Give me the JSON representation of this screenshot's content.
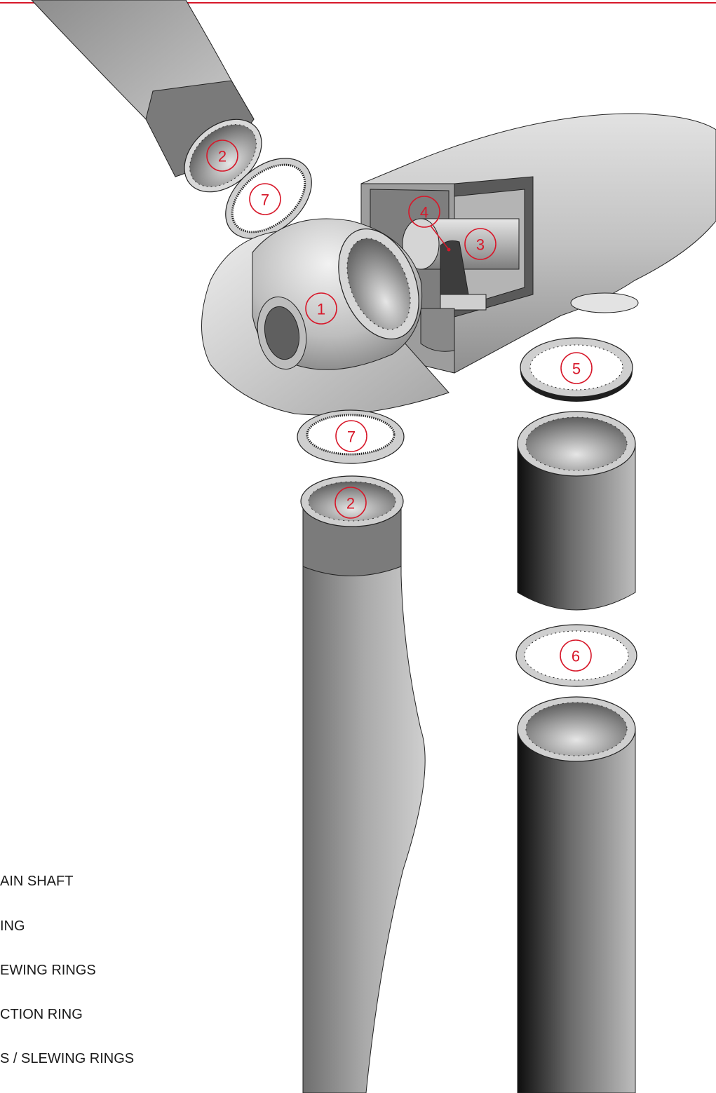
{
  "accent_color": "#d7182a",
  "callouts": [
    {
      "number": "1",
      "part": "hub"
    },
    {
      "number": "2",
      "part": "blade-root-upper"
    },
    {
      "number": "7",
      "part": "pitch-bearing-upper"
    },
    {
      "number": "4",
      "part": "bearing-housing"
    },
    {
      "number": "3",
      "part": "main-shaft"
    },
    {
      "number": "5",
      "part": "yaw-bearing"
    },
    {
      "number": "7",
      "part": "pitch-bearing-lower"
    },
    {
      "number": "2",
      "part": "blade-root-lower"
    },
    {
      "number": "6",
      "part": "tower-connection-ring"
    }
  ],
  "legend": [
    "AIN SHAFT",
    "ING",
    "EWING RINGS",
    "CTION RING",
    "S / SLEWING RINGS"
  ]
}
